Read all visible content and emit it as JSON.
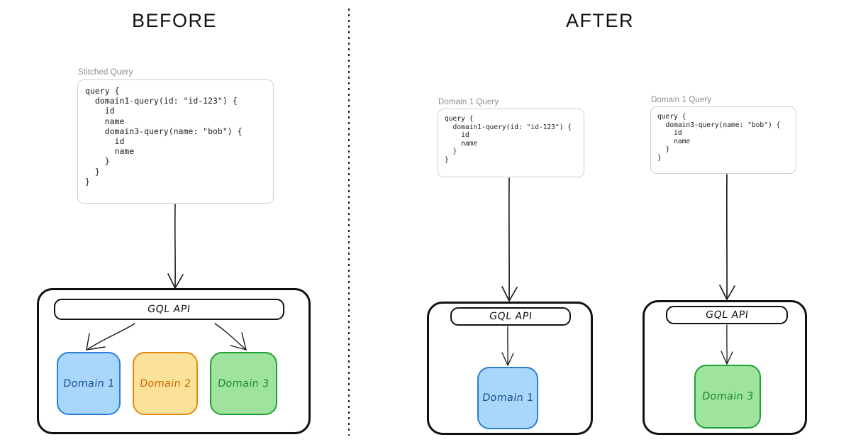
{
  "panels": {
    "before": {
      "title": "BEFORE"
    },
    "after": {
      "title": "AFTER"
    }
  },
  "divider": {
    "style": "dotted-vertical",
    "color": "#1a1a1a"
  },
  "before_panel": {
    "query_card": {
      "label": "Stitched Query",
      "code": "query {\n  domain1-query(id: \"id-123\") {\n    id\n    name\n    domain3-query(name: \"bob\") {\n      id\n      name\n    }\n  }\n}"
    },
    "service": {
      "api_label": "GQL API",
      "domains": [
        {
          "name": "Domain 1",
          "fill": "#a9d6fb",
          "border": "#2a7fd4",
          "text": "#17548f"
        },
        {
          "name": "Domain 2",
          "fill": "#fbe29b",
          "border": "#e8890e",
          "text": "#cf6a08"
        },
        {
          "name": "Domain 3",
          "fill": "#9ee39e",
          "border": "#23a033",
          "text": "#1d8a2c"
        }
      ]
    }
  },
  "after_panel": {
    "query_cards": [
      {
        "label": "Domain 1 Query",
        "code": "query {\n  domain1-query(id: \"id-123\") {\n    id\n    name\n  }\n}"
      },
      {
        "label": "Domain 1 Query",
        "code": "query {\n  domain3-query(name: \"bob\") {\n    id\n    name\n  }\n}"
      }
    ],
    "services": [
      {
        "api_label": "GQL API",
        "domain": {
          "name": "Domain 1",
          "fill": "#a9d6fb",
          "border": "#2a7fd4",
          "text": "#17548f"
        }
      },
      {
        "api_label": "GQL API",
        "domain": {
          "name": "Domain 3",
          "fill": "#9ee39e",
          "border": "#23a033",
          "text": "#1d8a2c"
        }
      }
    ]
  },
  "colors": {
    "background": "#ffffff",
    "stroke": "#111111",
    "label_gray": "#8d8d8d",
    "card_border": "#cfcfcf"
  }
}
